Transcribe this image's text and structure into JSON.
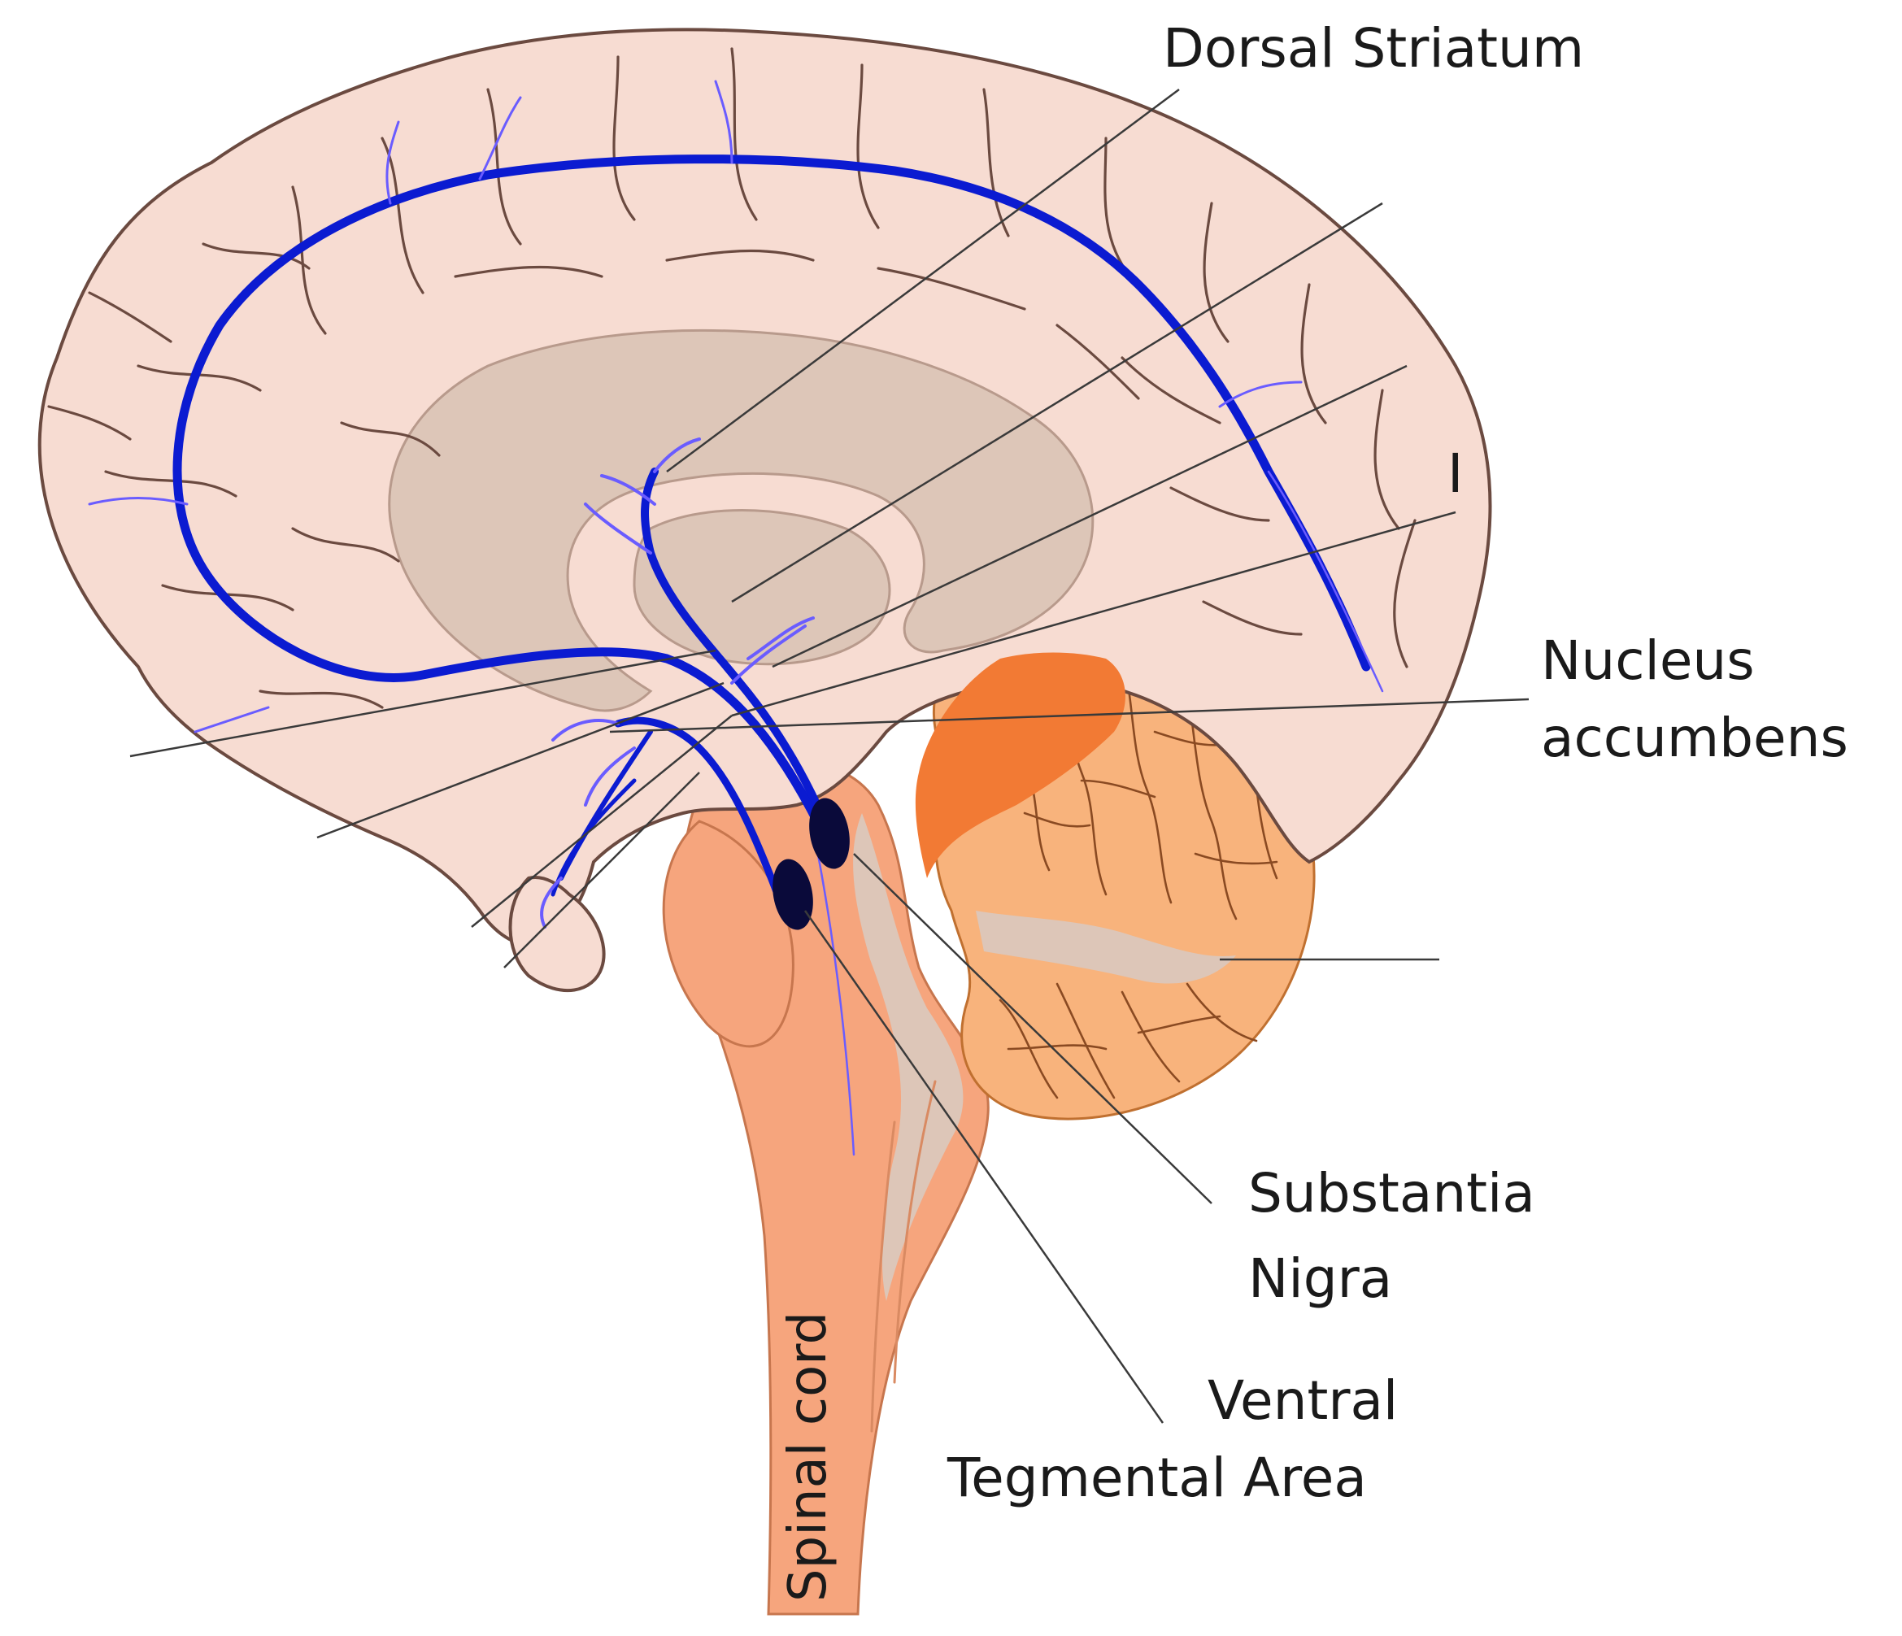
{
  "colors": {
    "cortex": "#f7dcd2",
    "cortex_outline": "#6b4a40",
    "white_matter": "#ddc6b8",
    "white_matter_outline": "#b89a8c",
    "brainstem": "#f6a57d",
    "brainstem_outline": "#c7764e",
    "cerebellum": "#f8b37c",
    "cerebellum_outline": "#c07030",
    "midbrain_accent": "#f27a34",
    "pathway": "#0b1bd1",
    "pathway_fine": "#6a5cff",
    "nucleus": "#0a0a3a",
    "background": "#ffffff"
  },
  "labels": {
    "dorsal_striatum": "Dorsal Striatum",
    "nucleus_accumbens_line1": "Nucleus",
    "nucleus_accumbens_line2": "accumbens",
    "substantia_nigra_line1": "Substantia",
    "substantia_nigra_line2": "Nigra",
    "vta_line1": "Ventral",
    "vta_line2": "Tegmental Area",
    "spinal_cord": "Spinal cord",
    "partial_mark": "I"
  }
}
